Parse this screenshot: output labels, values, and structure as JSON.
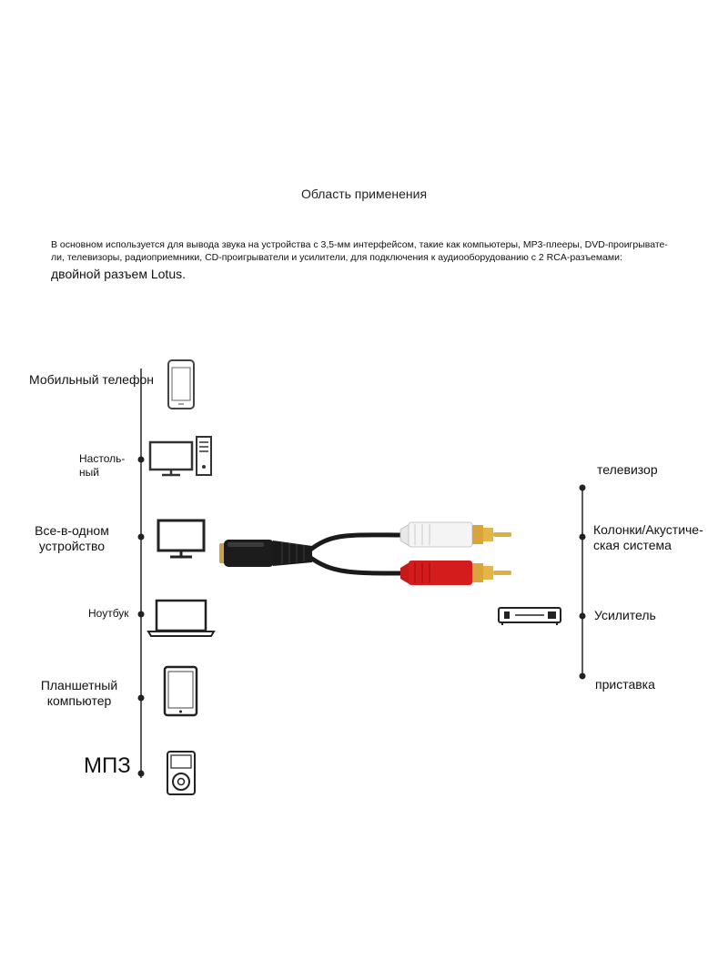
{
  "title": "Область применения",
  "description": {
    "line1": "В основном используется для вывода звука на устройства с 3,5-мм интерфейсом, такие как компьютеры, MP3-плееры, DVD-проигрывате-",
    "line2": "ли, телевизоры, радиоприемники, CD-проигрыватели и усилители, для подключения к аудиооборудованию с 2 RCA-разъемами:",
    "line3": "двойной разъем Lotus."
  },
  "left_devices": [
    {
      "label": "Мобильный телефон",
      "icon": "mobile-phone-icon"
    },
    {
      "label_1": "Настоль-",
      "label_2": "ный",
      "icon": "desktop-computer-icon"
    },
    {
      "label_1": "Все-в-одном",
      "label_2": "устройство",
      "icon": "all-in-one-icon"
    },
    {
      "label": "Ноутбук",
      "icon": "laptop-icon"
    },
    {
      "label_1": "Планшетный",
      "label_2": "компьютер",
      "icon": "tablet-icon"
    },
    {
      "label": "МПЗ",
      "icon": "mp3-player-icon"
    }
  ],
  "right_devices": [
    {
      "label": "телевизор"
    },
    {
      "label_1": "Колонки/Акустиче-",
      "label_2": "ская система"
    },
    {
      "label": "Усилитель",
      "icon": "amplifier-icon"
    },
    {
      "label": "приставка"
    }
  ],
  "cable": {
    "icon": "aux-to-rca-cable",
    "colors": {
      "jack": "#1a1a1a",
      "white_plug": "#f2f2f2",
      "red_plug": "#d41c1c",
      "gold": "#d9a53a"
    }
  }
}
